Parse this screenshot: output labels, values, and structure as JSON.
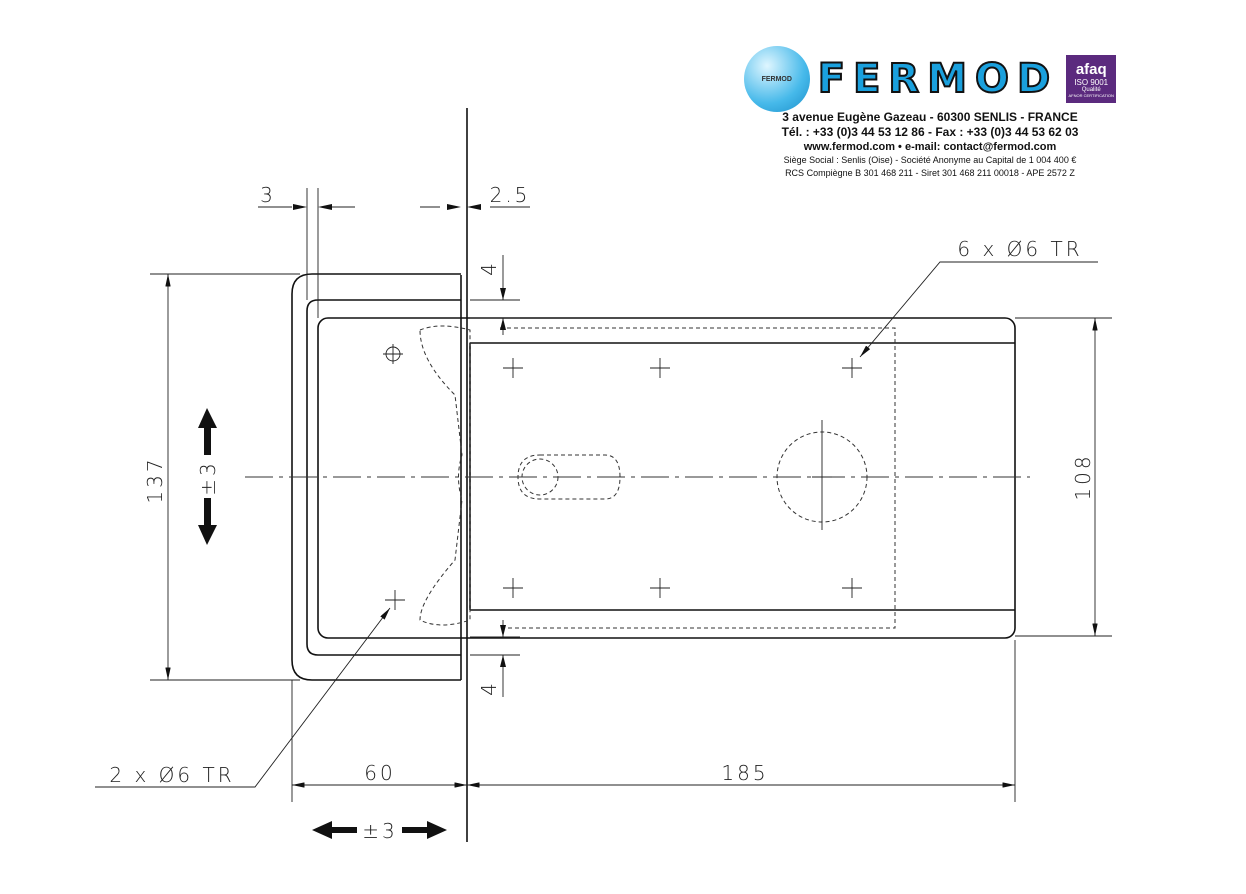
{
  "header": {
    "brand": "FERMOD",
    "ball_logo_text": "FERMOD",
    "cert_brand": "afaq",
    "cert_standard": "ISO 9001",
    "cert_quality": "Qualité",
    "cert_org": "AFNOR CERTIFICATION",
    "address": "3 avenue Eugène Gazeau - 60300 SENLIS - FRANCE",
    "phone": "Tél. : +33 (0)3 44 53 12 86 - Fax : +33 (0)3 44 53 62 03",
    "web": "www.fermod.com • e-mail: contact@fermod.com",
    "legal1": "Siège Social : Senlis (Oise) - Société Anonyme au Capital de 1 004 400 €",
    "legal2": "RCS Compiègne B 301 468 211 - Siret 301 468 211 00018 - APE 2572 Z"
  },
  "dimensions": {
    "flange_thickness": "3",
    "gap": "2.5",
    "offset_top": "4",
    "offset_bottom": "4",
    "holes_plate": "6 x Ø6 TR",
    "holes_flange": "2 x Ø6 TR",
    "height_flange": "137",
    "vertical_adjust": "±3",
    "height_plate": "108",
    "width_flange": "60",
    "width_plate": "185",
    "horizontal_adjust": "±3"
  }
}
